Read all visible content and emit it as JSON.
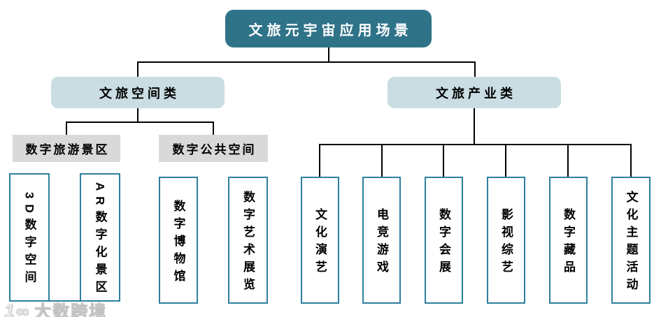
{
  "diagram": {
    "root": {
      "label": "文旅元宇宙应用场景"
    },
    "branches": [
      {
        "label": "文旅空间类"
      },
      {
        "label": "文旅产业类"
      }
    ],
    "categories": [
      {
        "label": "数字旅游景区"
      },
      {
        "label": "数字公共空间"
      }
    ],
    "space_leaves": [
      {
        "label": "3D数字空间"
      },
      {
        "label": "AR数字化景区"
      },
      {
        "label": "数字博物馆"
      },
      {
        "label": "数字艺术展览"
      }
    ],
    "industry_leaves": [
      {
        "label": "文化演艺"
      },
      {
        "label": "电竞游戏"
      },
      {
        "label": "数字会展"
      },
      {
        "label": "影视综艺"
      },
      {
        "label": "数字藏品"
      },
      {
        "label": "文化主题活动"
      }
    ]
  },
  "watermark": {
    "logo": "1∞",
    "text": "大数跨境"
  },
  "colors": {
    "root_fill": "#2f7389",
    "root_text": "#ffffff",
    "branch_fill": "#cadde3",
    "category_fill": "#d9d9d9",
    "leaf_border": "#2e7f9e",
    "connector": "#000000"
  }
}
